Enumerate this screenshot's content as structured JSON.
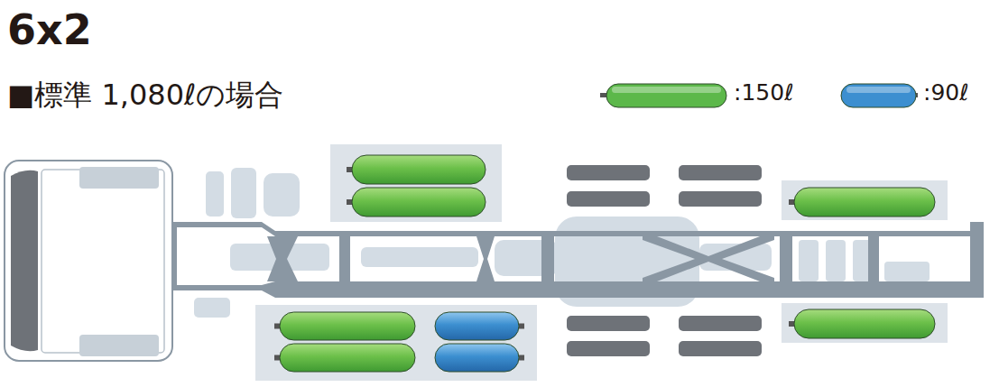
{
  "diagram": {
    "title": "6x2",
    "labels": [
      "■標準 1,080ℓの場合"
    ],
    "legend": [
      {
        "text": ":150ℓ",
        "color": "#5cb84a"
      },
      {
        "text": ":90ℓ",
        "color": "#3c8fd0"
      }
    ]
  }
}
